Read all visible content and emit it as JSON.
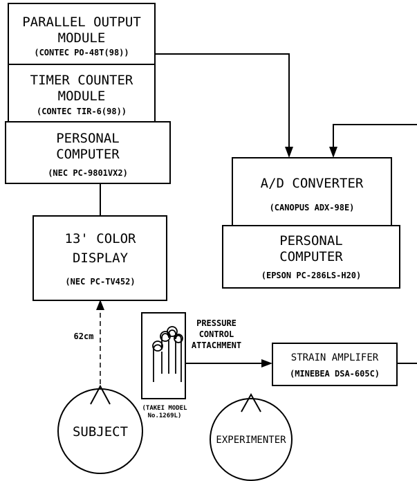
{
  "parallel_output": {
    "line1": "PARALLEL OUTPUT",
    "line2": "MODULE",
    "model": "(CONTEC PO-48T(98))"
  },
  "timer_counter": {
    "line1": "TIMER COUNTER",
    "line2": "MODULE",
    "model": "(CONTEC TIR-6(98))"
  },
  "personal_computer_nec": {
    "line1": "PERSONAL",
    "line2": "COMPUTER",
    "model": "(NEC PC-9801VX2)"
  },
  "color_display": {
    "line1": "13' COLOR",
    "line2": "DISPLAY",
    "model": "(NEC PC-TV452)"
  },
  "ad_converter": {
    "line1": "A/D CONVERTER",
    "model": "(CANOPUS ADX-98E)"
  },
  "personal_computer_epson": {
    "line1": "PERSONAL",
    "line2": "COMPUTER",
    "model": "(EPSON PC-286LS-H20)"
  },
  "pressure_control": {
    "line1": "PRESSURE",
    "line2": "CONTROL",
    "line3": "ATTACHMENT",
    "caption1": "(TAKEI MODEL",
    "caption2": "No.1269L)"
  },
  "strain_amplifier": {
    "line1": "STRAIN AMPLIFER",
    "model": "(MINEBEA DSA-605C)"
  },
  "distance_label": "62cm",
  "subject_label": "SUBJECT",
  "experimenter_label": "EXPERIMENTER"
}
